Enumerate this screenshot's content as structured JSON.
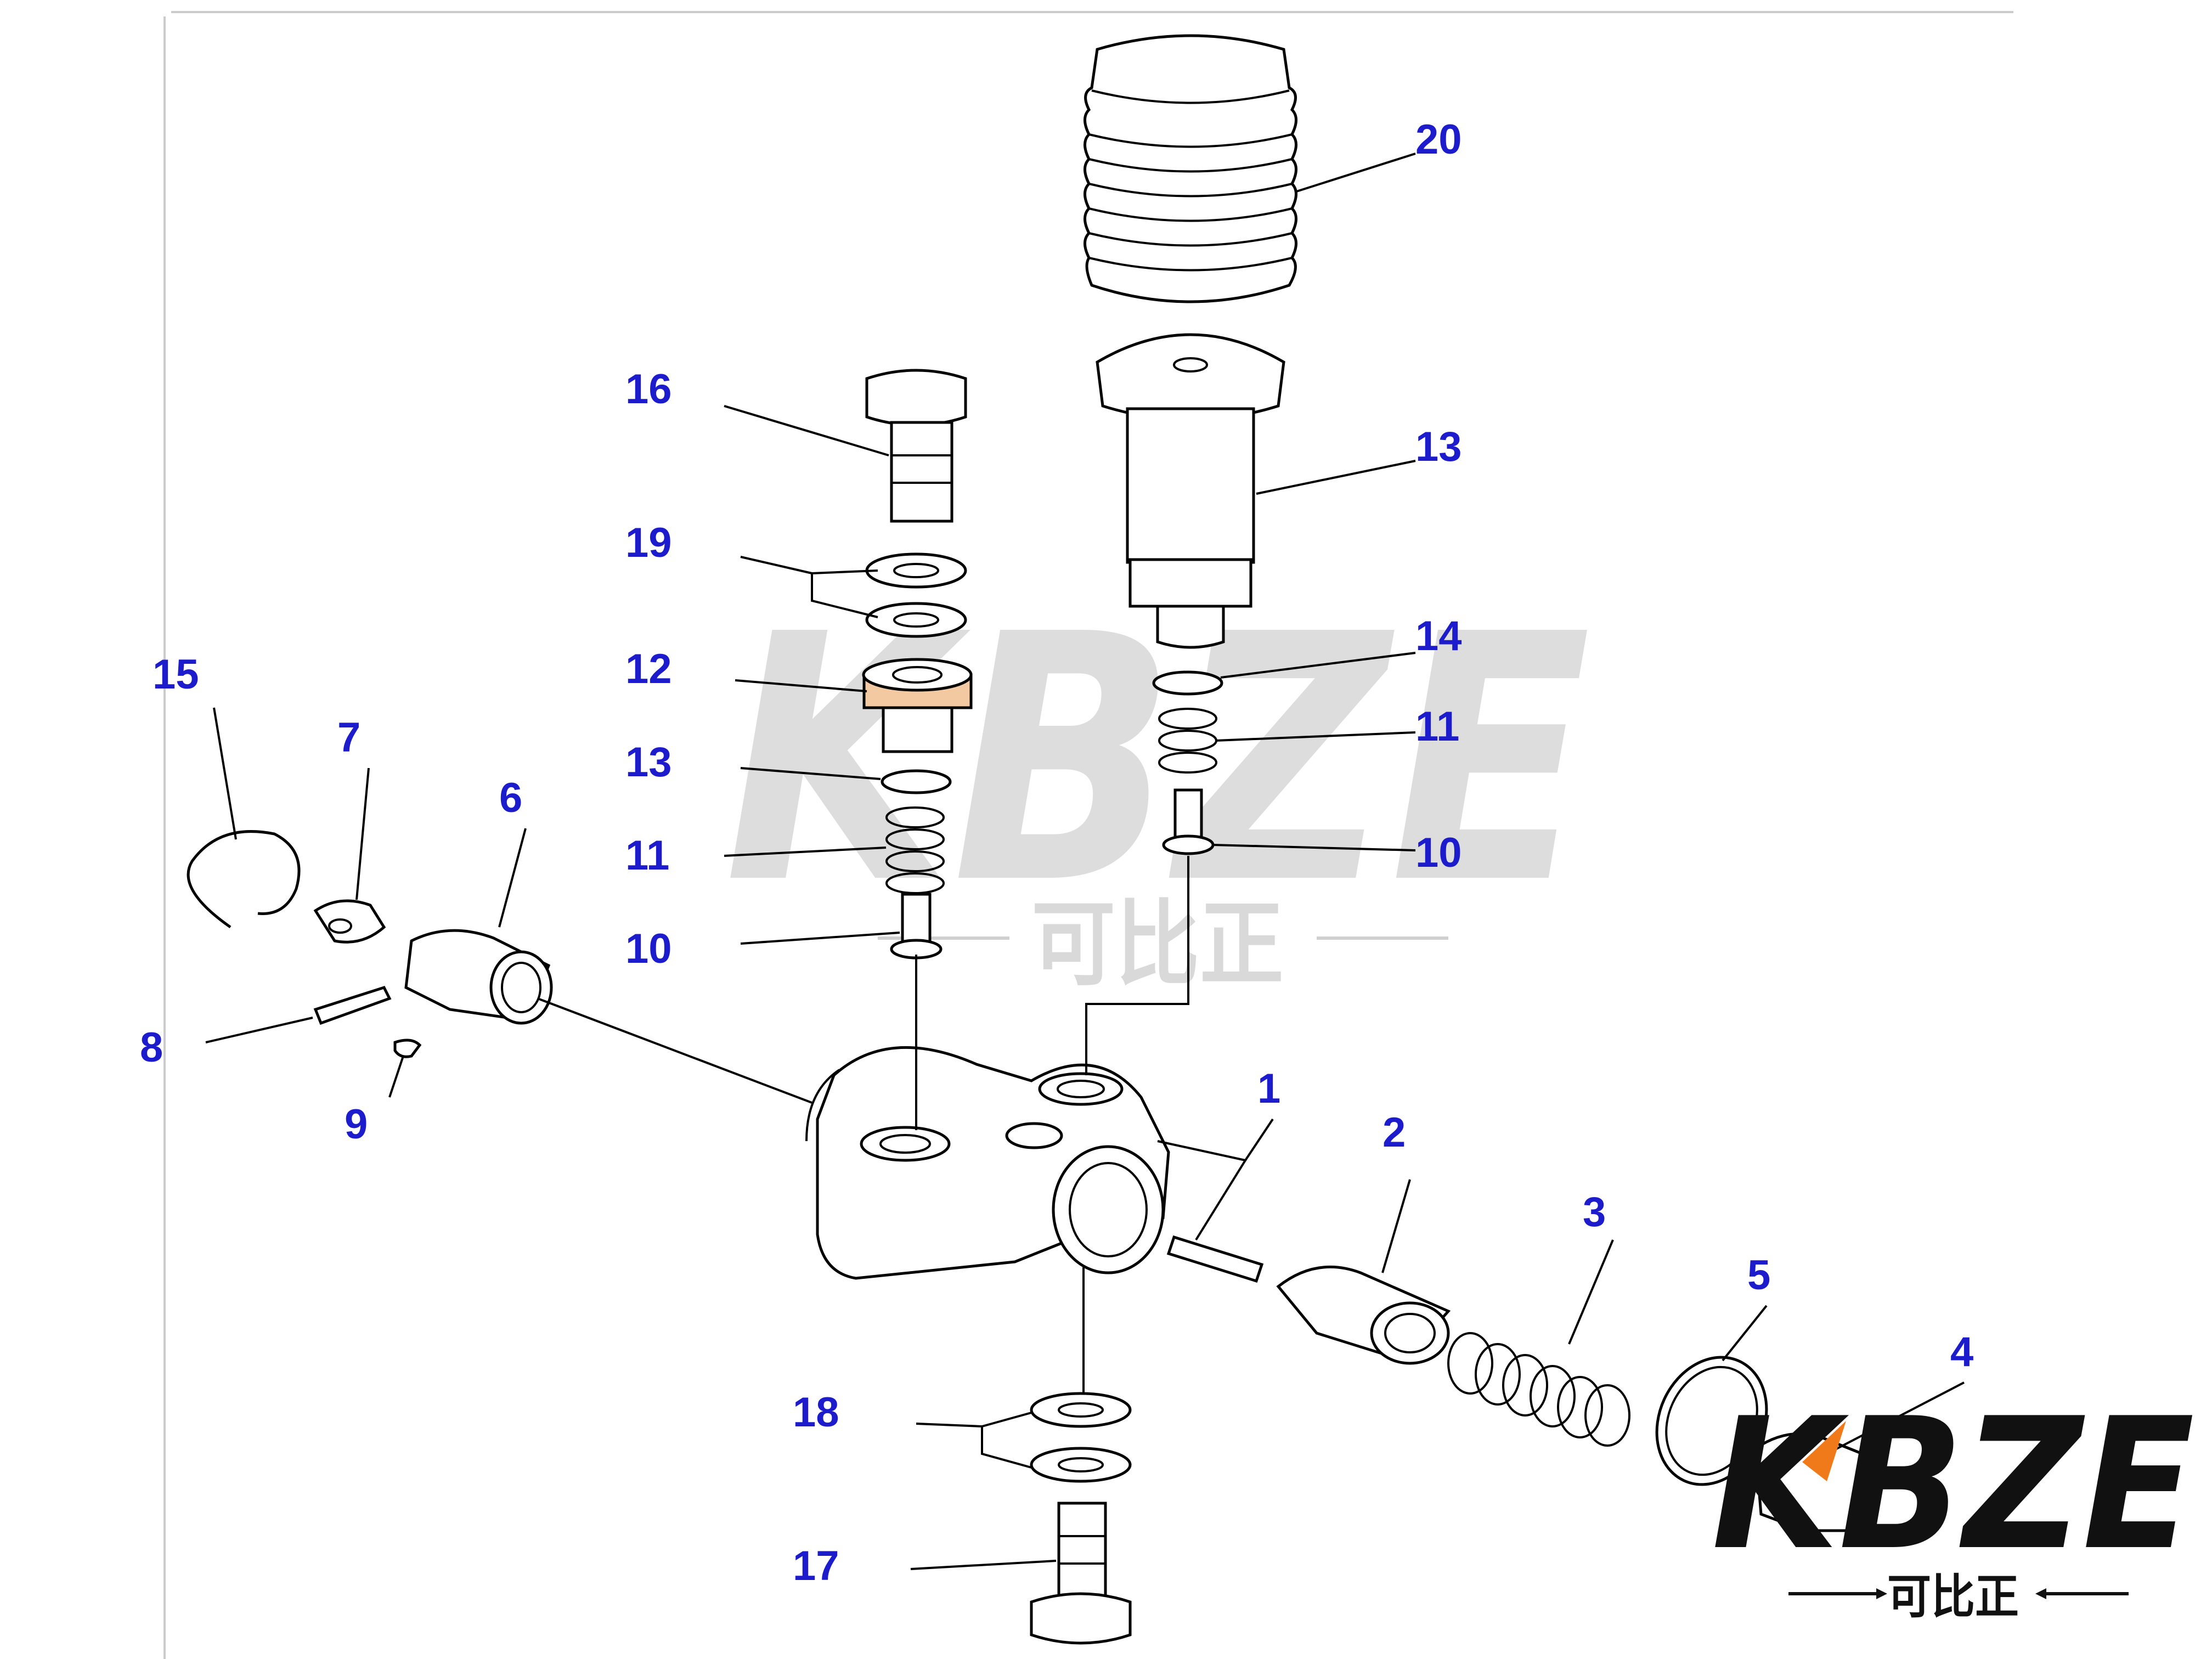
{
  "diagram": {
    "callouts": [
      {
        "id": "1",
        "label": "1"
      },
      {
        "id": "2",
        "label": "2"
      },
      {
        "id": "3",
        "label": "3"
      },
      {
        "id": "4",
        "label": "4"
      },
      {
        "id": "5",
        "label": "5"
      },
      {
        "id": "6",
        "label": "6"
      },
      {
        "id": "7",
        "label": "7"
      },
      {
        "id": "8",
        "label": "8"
      },
      {
        "id": "9",
        "label": "9"
      },
      {
        "id": "10a",
        "label": "10"
      },
      {
        "id": "10b",
        "label": "10"
      },
      {
        "id": "11a",
        "label": "11"
      },
      {
        "id": "11b",
        "label": "11"
      },
      {
        "id": "12",
        "label": "12"
      },
      {
        "id": "13a",
        "label": "13"
      },
      {
        "id": "13b",
        "label": "13"
      },
      {
        "id": "14",
        "label": "14"
      },
      {
        "id": "15",
        "label": "15"
      },
      {
        "id": "16",
        "label": "16"
      },
      {
        "id": "17",
        "label": "17"
      },
      {
        "id": "18",
        "label": "18"
      },
      {
        "id": "19",
        "label": "19"
      },
      {
        "id": "20",
        "label": "20"
      }
    ]
  },
  "watermark": {
    "brand": "KBZE",
    "subtitle": "可比正"
  },
  "logo": {
    "brand": "KBZE",
    "subtitle": "可比正",
    "accent_color": "#f07a1a"
  },
  "colors": {
    "callout": "#1c1ccc",
    "line": "#000000",
    "watermark": "#d0d0d0"
  }
}
